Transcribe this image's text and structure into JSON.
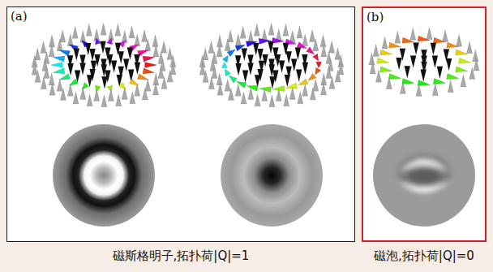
{
  "diagram": {
    "nodes": [
      {
        "text": [
          "(a)"
        ]
      },
      {
        "text": [
          "(b)"
        ]
      }
    ],
    "labels": [
      "磁斯格明子,拓扑荷|Q|=1",
      "磁泡,拓扑荷|Q|=0"
    ]
  }
}
